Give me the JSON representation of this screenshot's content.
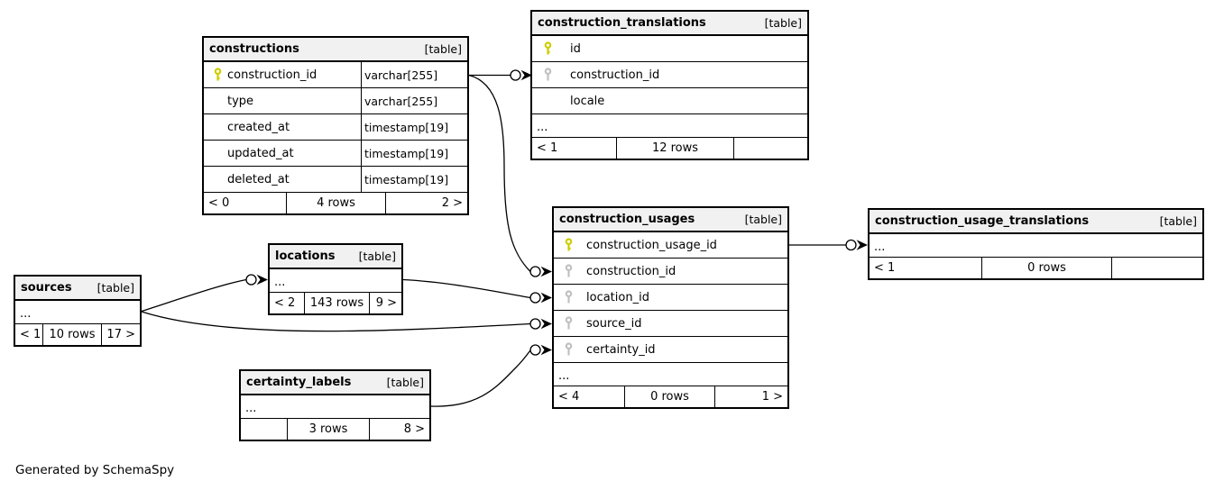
{
  "diagram": {
    "generator_note": "Generated by SchemaSpy"
  },
  "colors": {
    "background": "#ffffff",
    "border": "#000000",
    "header_bg": "#f1f1f1",
    "primary_key": "#cdcd00",
    "foreign_key": "#c0c0c0"
  },
  "tables": {
    "constructions": {
      "name": "constructions",
      "tag": "[table]",
      "columns": [
        {
          "name": "construction_id",
          "type": "varchar[255]",
          "key": "primary"
        },
        {
          "name": "type",
          "type": "varchar[255]",
          "key": "none"
        },
        {
          "name": "created_at",
          "type": "timestamp[19]",
          "key": "none"
        },
        {
          "name": "updated_at",
          "type": "timestamp[19]",
          "key": "none"
        },
        {
          "name": "deleted_at",
          "type": "timestamp[19]",
          "key": "none"
        }
      ],
      "footer": {
        "left": "< 0",
        "center": "4 rows",
        "right": "2 >"
      }
    },
    "construction_translations": {
      "name": "construction_translations",
      "tag": "[table]",
      "columns": [
        {
          "name": "id",
          "key": "primary"
        },
        {
          "name": "construction_id",
          "key": "foreign"
        },
        {
          "name": "locale",
          "key": "none"
        }
      ],
      "ellipsis": "...",
      "footer": {
        "left": "< 1",
        "center": "12 rows",
        "right": ""
      }
    },
    "construction_usages": {
      "name": "construction_usages",
      "tag": "[table]",
      "columns": [
        {
          "name": "construction_usage_id",
          "key": "primary"
        },
        {
          "name": "construction_id",
          "key": "foreign"
        },
        {
          "name": "location_id",
          "key": "foreign"
        },
        {
          "name": "source_id",
          "key": "foreign"
        },
        {
          "name": "certainty_id",
          "key": "foreign"
        }
      ],
      "ellipsis": "...",
      "footer": {
        "left": "< 4",
        "center": "0 rows",
        "right": "1 >"
      }
    },
    "construction_usage_translations": {
      "name": "construction_usage_translations",
      "tag": "[table]",
      "ellipsis": "...",
      "footer": {
        "left": "< 1",
        "center": "0 rows",
        "right": ""
      }
    },
    "locations": {
      "name": "locations",
      "tag": "[table]",
      "ellipsis": "...",
      "footer": {
        "left": "< 2",
        "center": "143 rows",
        "right": "9 >"
      }
    },
    "sources": {
      "name": "sources",
      "tag": "[table]",
      "ellipsis": "...",
      "footer": {
        "left": "< 1",
        "center": "10 rows",
        "right": "17 >"
      }
    },
    "certainty_labels": {
      "name": "certainty_labels",
      "tag": "[table]",
      "ellipsis": "...",
      "footer": {
        "left": "",
        "center": "3 rows",
        "right": "8 >"
      }
    }
  },
  "relationships": [
    {
      "from_table": "constructions",
      "from_column": "construction_id",
      "to_table": "construction_translations",
      "to_column": "construction_id"
    },
    {
      "from_table": "constructions",
      "from_column": "construction_id",
      "to_table": "construction_usages",
      "to_column": "construction_id"
    },
    {
      "from_table": "locations",
      "to_table": "construction_usages",
      "to_column": "location_id"
    },
    {
      "from_table": "sources",
      "to_table": "locations"
    },
    {
      "from_table": "sources",
      "to_table": "construction_usages",
      "to_column": "source_id"
    },
    {
      "from_table": "certainty_labels",
      "to_table": "construction_usages",
      "to_column": "certainty_id"
    },
    {
      "from_table": "construction_usages",
      "from_column": "construction_usage_id",
      "to_table": "construction_usage_translations"
    }
  ]
}
